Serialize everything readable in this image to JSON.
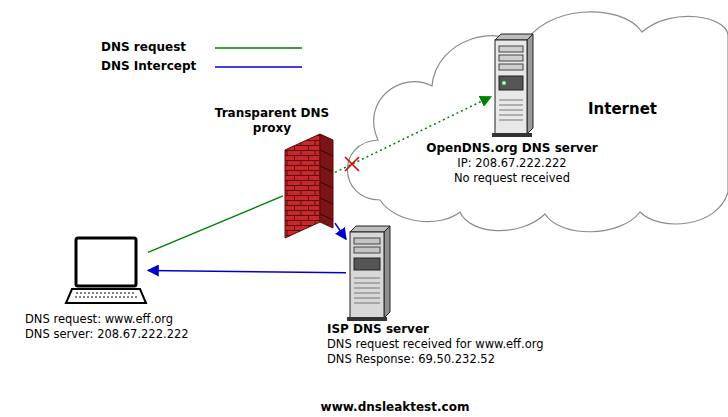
{
  "diagram": {
    "nodes": [
      {
        "text": [
          "Internet"
        ]
      },
      {
        "text": [
          "OpenDNS.org DNS server",
          "IP: 208.67.222.222",
          "No request received"
        ],
        "in": 0
      },
      {
        "text": [
          "Transparent DNS proxy"
        ]
      },
      {
        "text": [
          "DNS request: www.eff.org",
          "DNS server: 208.67.222.222"
        ]
      },
      {
        "text": [
          "ISP DNS server",
          "DNS request received for www.eff.org",
          "DNS Response: 69.50.232.52"
        ]
      }
    ],
    "edges": [
      {
        "from": 3,
        "to": 2,
        "arrow": "none"
      },
      {
        "from": 2,
        "to": 1,
        "arrow": "to"
      },
      {
        "from": 2,
        "to": 4,
        "arrow": "to"
      },
      {
        "from": 4,
        "to": 3,
        "arrow": "to"
      }
    ],
    "labels": [
      "www.dnsleaktest.com"
    ],
    "legend": [
      {
        "text": "DNS request"
      },
      {
        "text": "DNS Intercept"
      }
    ]
  }
}
